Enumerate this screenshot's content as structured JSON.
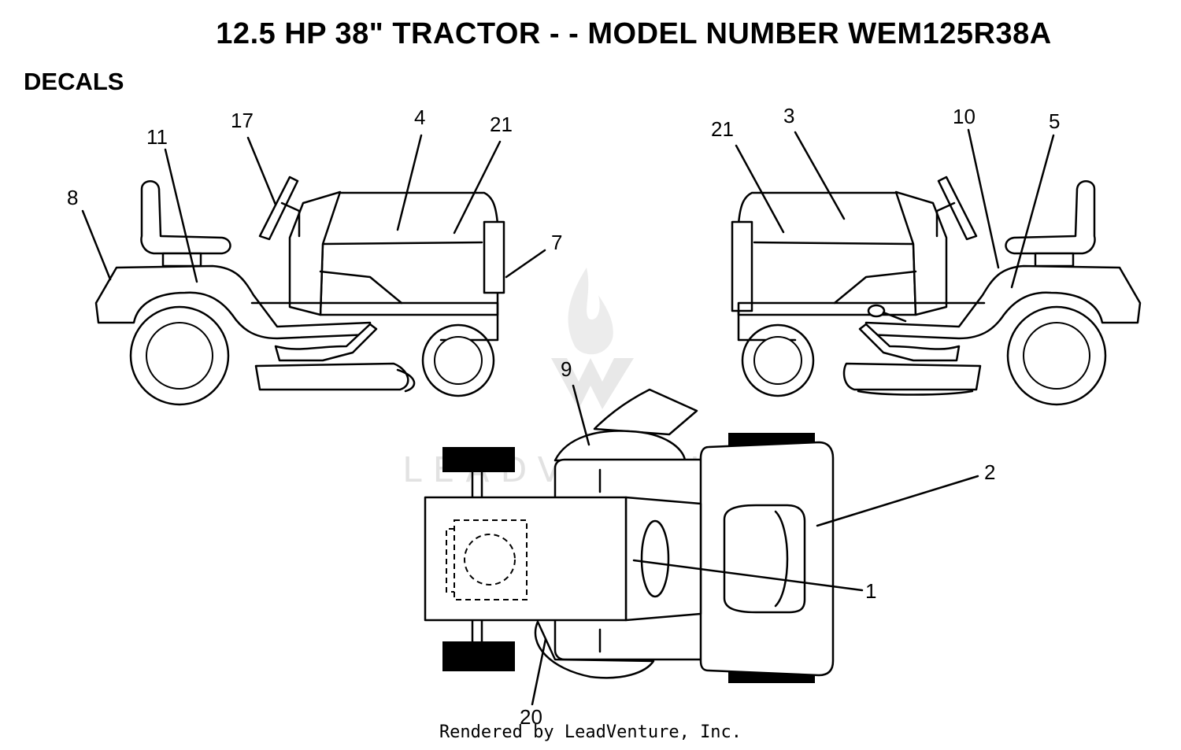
{
  "title": "12.5 HP 38\" TRACTOR - - MODEL NUMBER WEM125R38A",
  "section": "DECALS",
  "watermark": "LEADVENTURE",
  "footer": "Rendered by LeadVenture, Inc.",
  "callouts": {
    "left_8": "8",
    "left_11": "11",
    "left_17": "17",
    "left_4": "4",
    "left_21": "21",
    "left_7": "7",
    "right_21": "21",
    "right_3": "3",
    "right_10": "10",
    "right_5": "5",
    "top_9": "9",
    "top_2": "2",
    "top_1": "1",
    "top_20": "20"
  }
}
